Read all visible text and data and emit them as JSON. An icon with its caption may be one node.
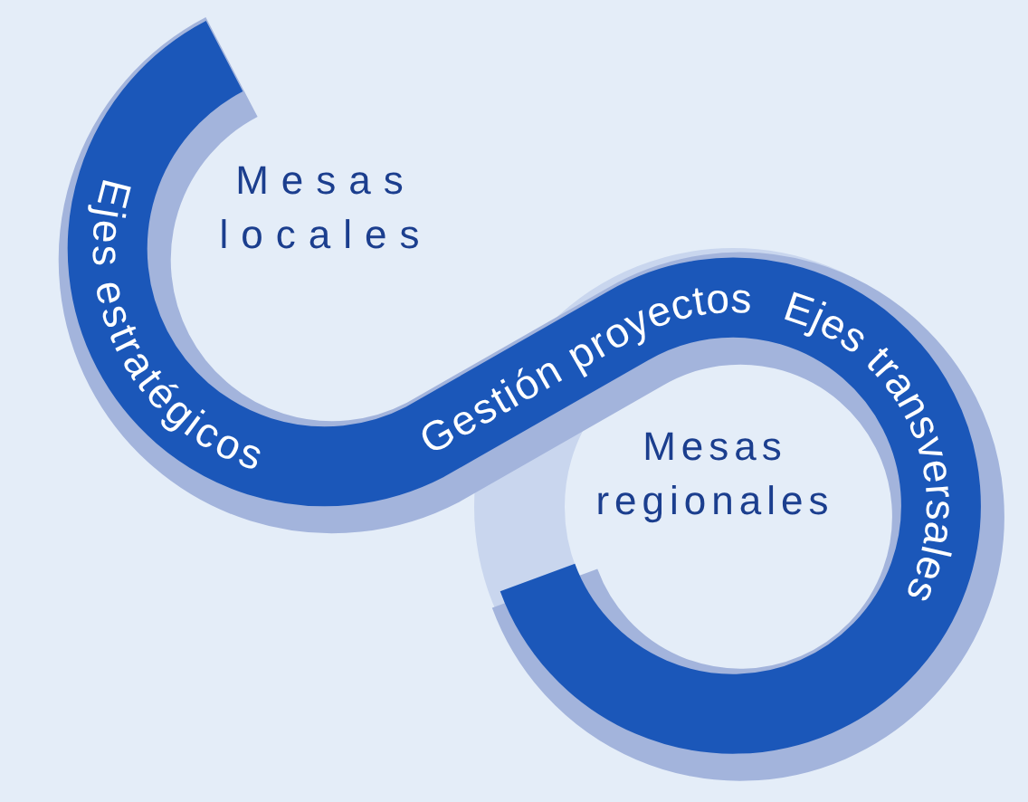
{
  "diagram": {
    "nodes": [
      {
        "text": [
          "Ejes estratégicos"
        ]
      },
      {
        "text": [
          "Gestión proyectos"
        ]
      },
      {
        "text": [
          "Ejes transversales"
        ]
      }
    ],
    "labels": [
      "Mesas locales",
      "Mesas regionales"
    ]
  }
}
